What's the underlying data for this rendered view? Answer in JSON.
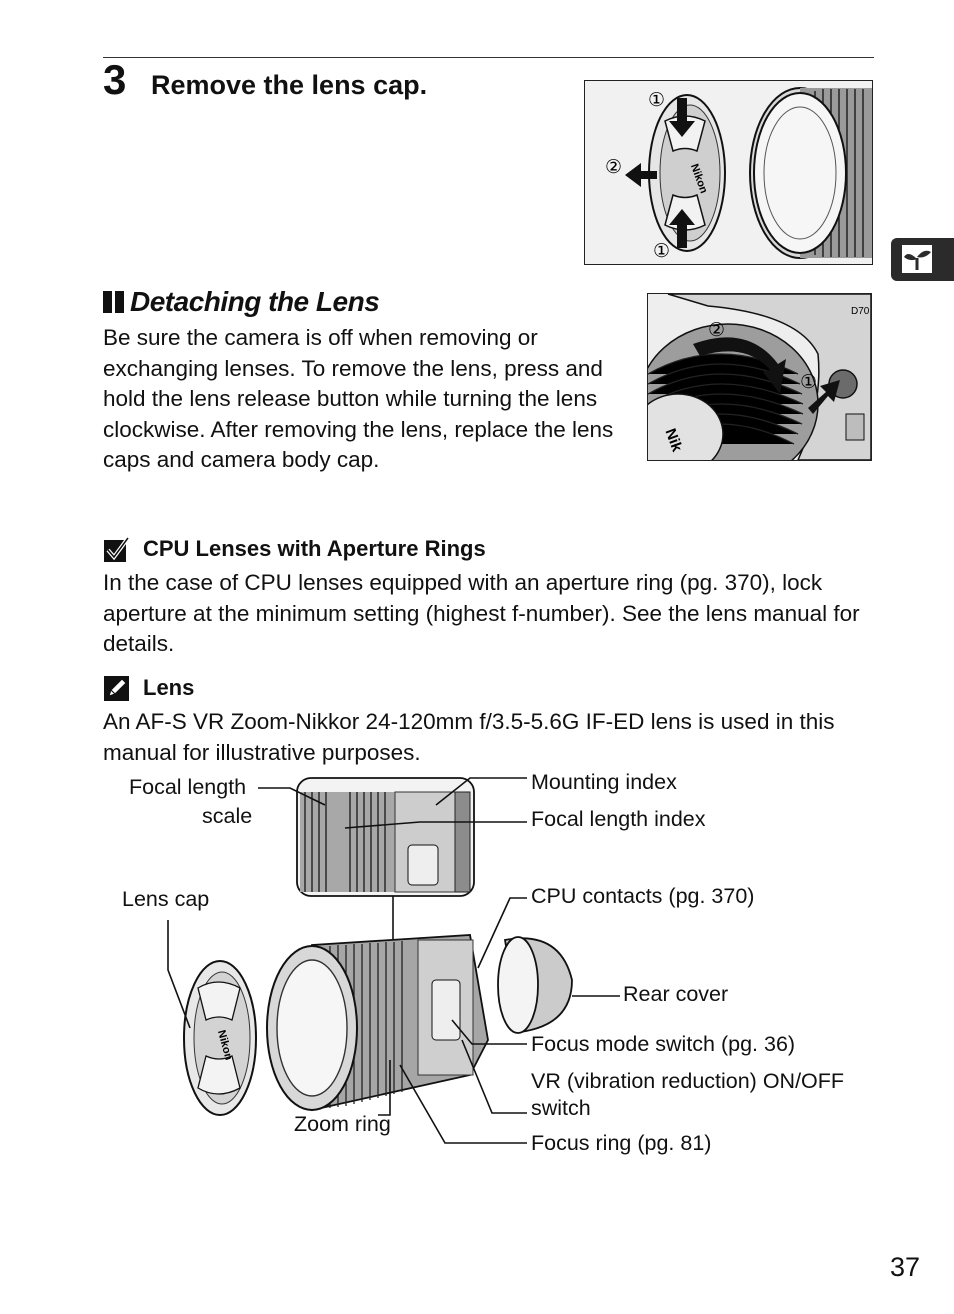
{
  "step": {
    "number": "3",
    "title": "Remove the lens cap."
  },
  "figure1": {
    "markers": [
      "①",
      "②",
      "①"
    ],
    "brand": "Nikon"
  },
  "side_tab": {
    "icon": "sprout-icon"
  },
  "section": {
    "title": "Detaching the Lens",
    "body": "Be sure the camera is off when removing or exchanging lenses.  To remove the lens, press and hold the lens release button while turning the lens clockwise.  After removing the lens, replace the lens caps and camera body cap."
  },
  "figure2": {
    "markers": [
      "②",
      "①"
    ],
    "brand": "Nik",
    "model": "D70"
  },
  "note_caution": {
    "icon": "check-box-icon",
    "title": "CPU Lenses with Aperture Rings",
    "body": "In the case of CPU lenses equipped with an aperture ring (pg. 370), lock aperture at the minimum setting (highest f-number).  See the lens manual for details."
  },
  "note_info": {
    "icon": "pencil-icon",
    "title": "Lens",
    "body": "An AF-S VR Zoom-Nikkor 24-120mm f/3.5-5.6G IF-ED lens is used in this manual for illustrative purposes."
  },
  "diagram": {
    "labels": {
      "focal_length_scale_1": "Focal length",
      "focal_length_scale_2": "scale",
      "mounting_index": "Mounting index",
      "focal_length_index": "Focal length index",
      "lens_cap": "Lens cap",
      "cpu_contacts": "CPU contacts  (pg. 370)",
      "rear_cover": "Rear cover",
      "focus_mode_switch": "Focus mode switch (pg. 36)",
      "vr_switch_1": "VR (vibration reduction) ON/OFF",
      "vr_switch_2": "switch",
      "zoom_ring": "Zoom ring",
      "focus_ring": "Focus ring (pg. 81)"
    },
    "brand": "Nikon"
  },
  "page_number": "37"
}
